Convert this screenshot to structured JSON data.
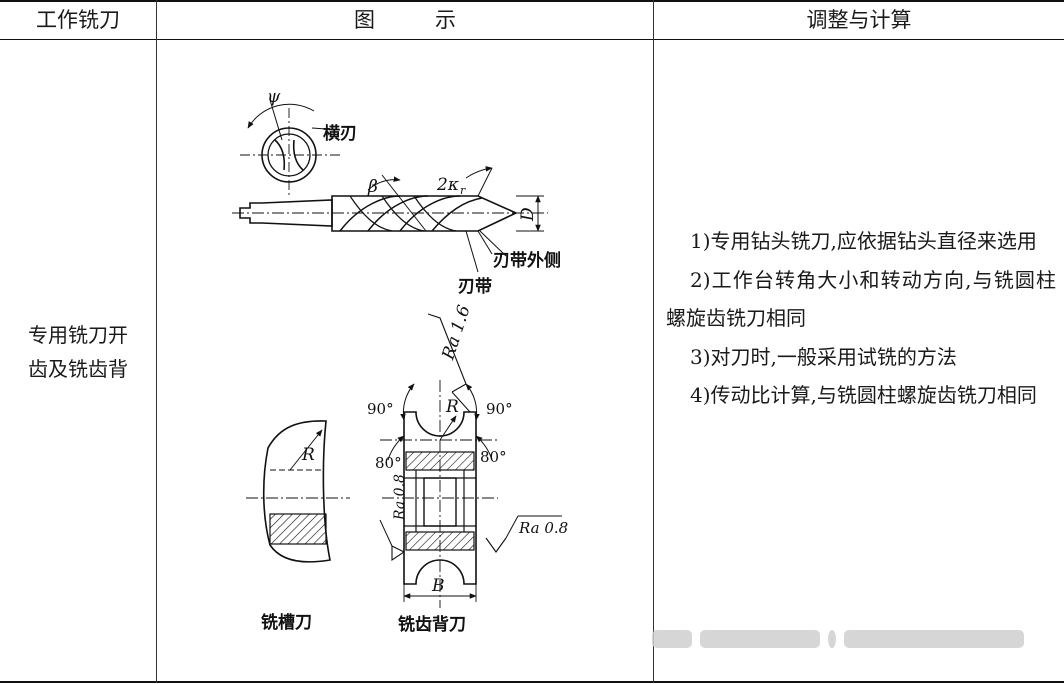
{
  "header": {
    "col1": "工作铣刀",
    "col2": "图示",
    "col3": "调整与计算"
  },
  "row": {
    "tool_name_line1": "专用铣刀开",
    "tool_name_line2": "齿及铣齿背",
    "steps": [
      "1)专用钻头铣刀,应依据钻头直径来选用",
      "2)工作台转角大小和转动方向,与铣圆柱螺旋齿铣刀相同",
      "3)对刀时,一般采用试铣的方法",
      "4)传动比计算,与铣圆柱螺旋齿铣刀相同"
    ]
  },
  "figure": {
    "psi": "ψ",
    "chisel_edge": "横刃",
    "beta": "β",
    "two_kappa": "2κ",
    "kappa_sub": "r",
    "diameter": "D",
    "margin_outer": "刃带外侧",
    "margin": "刃带",
    "ra_top": "Ra 1.6",
    "angle_left_90": "90°",
    "angle_right_90": "90°",
    "radius_R": "R",
    "angle_left_80": "80°",
    "angle_right_80": "80°",
    "ra_left": "Ra 0.8",
    "ra_right": "Ra 0.8",
    "width_B": "B",
    "groove_radius_R": "R",
    "groove_cutter": "铣槽刀",
    "back_cutter": "铣齿背刀"
  }
}
